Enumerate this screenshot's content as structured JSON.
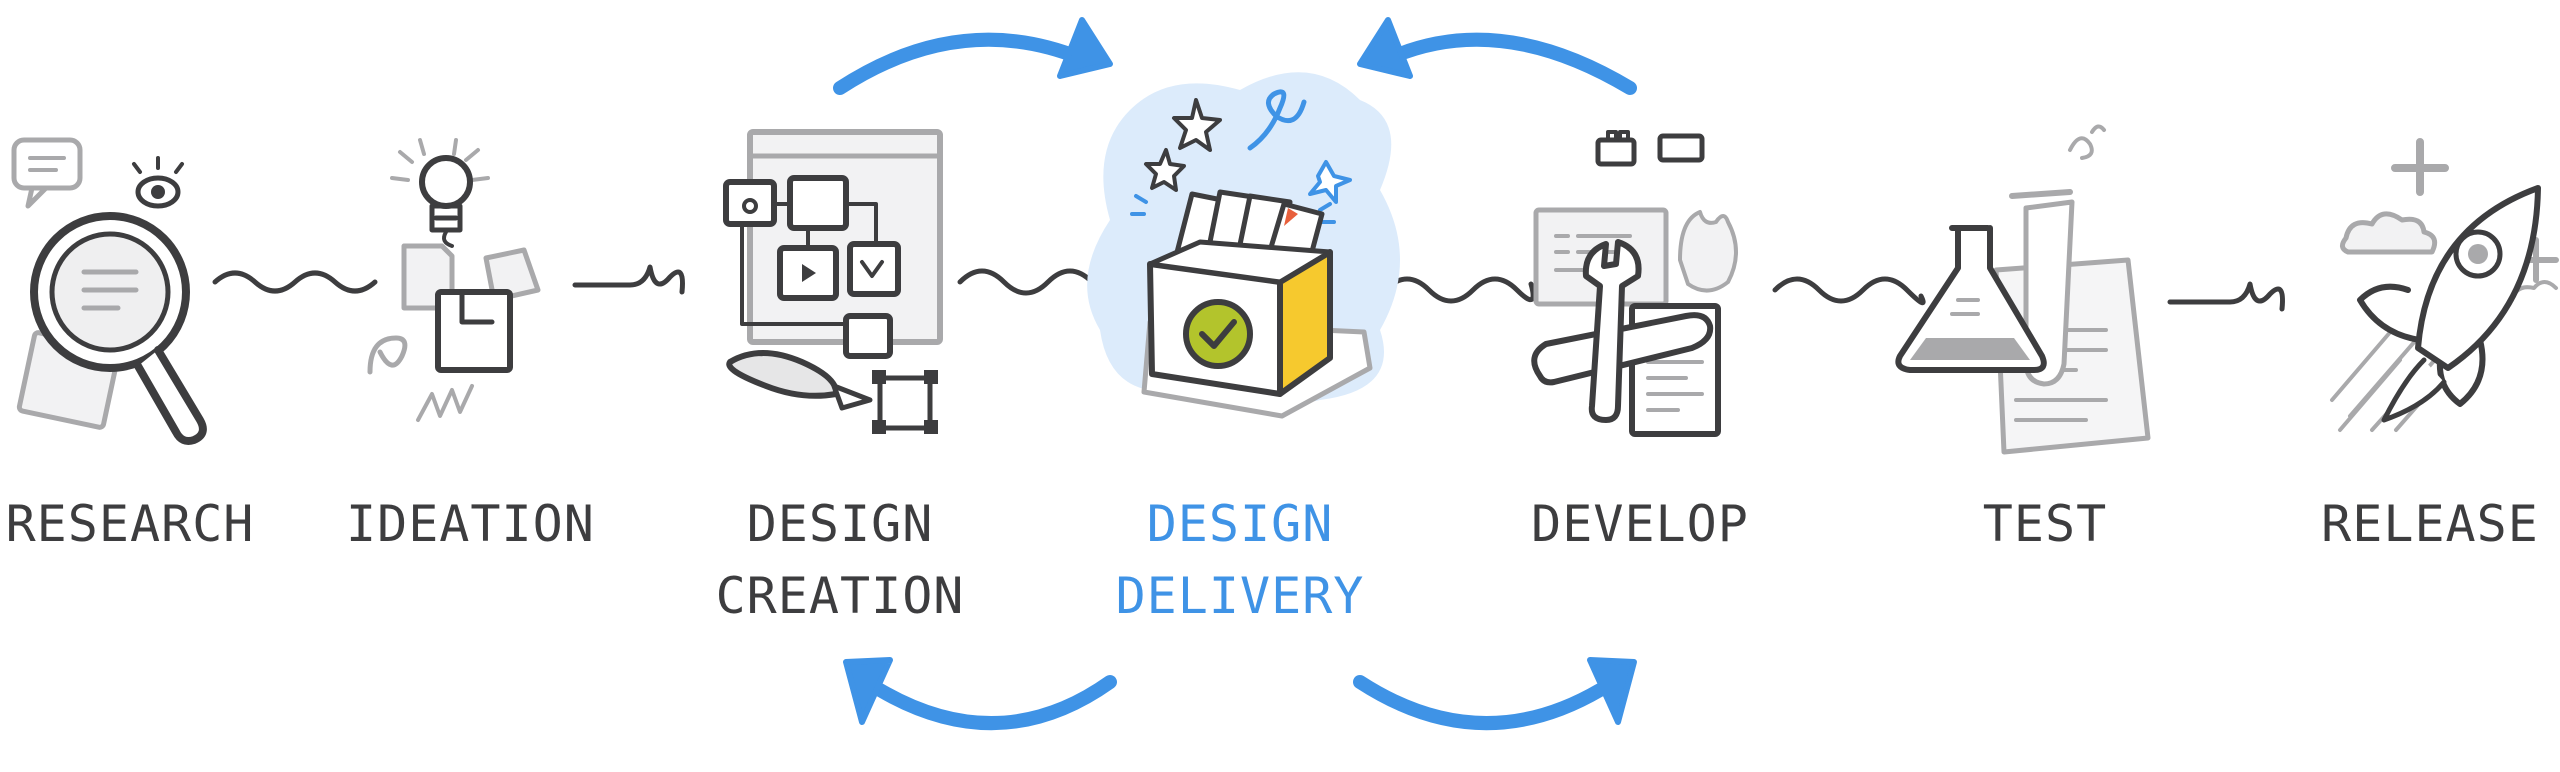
{
  "stages": [
    {
      "id": "research",
      "lines": [
        "RESEARCH"
      ],
      "icon": "magnifier-icon"
    },
    {
      "id": "ideation",
      "lines": [
        "IDEATION"
      ],
      "icon": "lightbulb-icon"
    },
    {
      "id": "design-creation",
      "lines": [
        "DESIGN",
        "CREATION"
      ],
      "icon": "wireframe-icon"
    },
    {
      "id": "design-delivery",
      "lines": [
        "DESIGN",
        "DELIVERY"
      ],
      "icon": "file-box-icon",
      "highlight": true
    },
    {
      "id": "develop",
      "lines": [
        "DEVELOP"
      ],
      "icon": "wrench-icon"
    },
    {
      "id": "test",
      "lines": [
        "TEST"
      ],
      "icon": "flask-icon"
    },
    {
      "id": "release",
      "lines": [
        "RELEASE"
      ],
      "icon": "rocket-icon"
    }
  ],
  "colors": {
    "ink": "#3d3d3f",
    "gray": "#a9a9ab",
    "accent": "#3f93e6",
    "halo": "#dcebfb",
    "yellow": "#f6c92e",
    "green": "#b3c42c"
  }
}
